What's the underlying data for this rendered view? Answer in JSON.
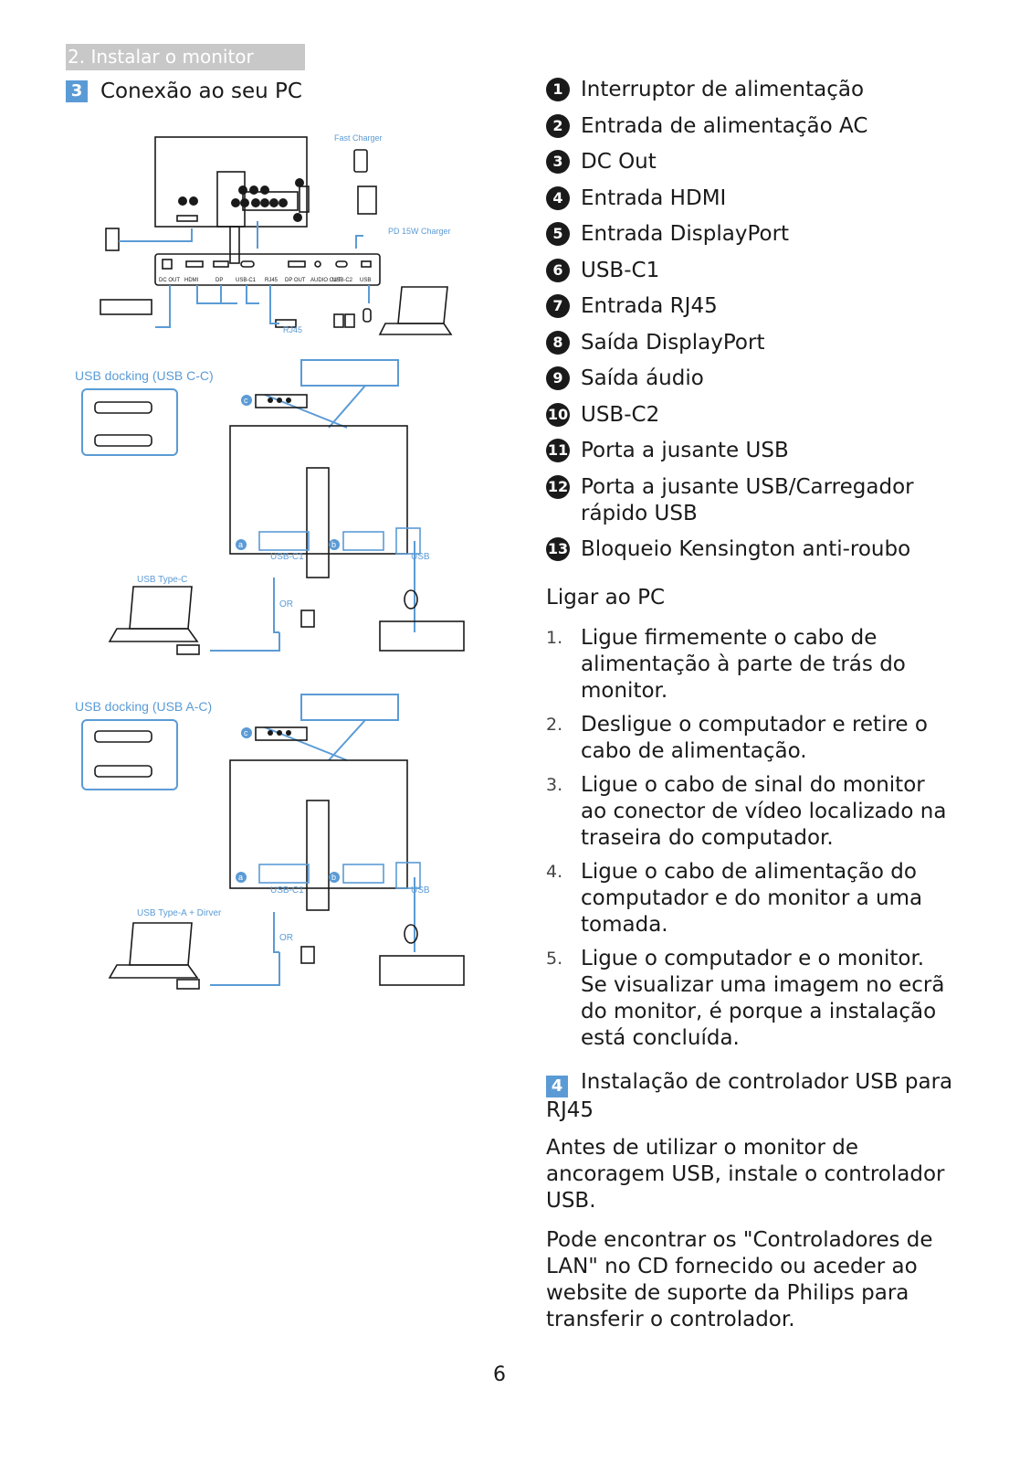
{
  "chapter_label": "2. Instalar o monitor",
  "section3": {
    "number": "3",
    "title": "Conexão ao seu PC"
  },
  "ports": [
    {
      "n": "1",
      "label": "Interruptor de alimentação"
    },
    {
      "n": "2",
      "label": "Entrada de alimentação AC"
    },
    {
      "n": "3",
      "label": "DC Out"
    },
    {
      "n": "4",
      "label": "Entrada HDMI"
    },
    {
      "n": "5",
      "label": "Entrada DisplayPort"
    },
    {
      "n": "6",
      "label": "USB-C1"
    },
    {
      "n": "7",
      "label": "Entrada RJ45"
    },
    {
      "n": "8",
      "label": "Saída DisplayPort"
    },
    {
      "n": "9",
      "label": "Saída áudio"
    },
    {
      "n": "10",
      "label": "USB-C2"
    },
    {
      "n": "11",
      "label": "Porta a jusante USB"
    },
    {
      "n": "12",
      "label": "Porta a jusante USB/Carregador rápido USB"
    },
    {
      "n": "13",
      "label": "Bloqueio Kensington anti-roubo"
    }
  ],
  "connect_title": "Ligar ao PC",
  "steps": [
    {
      "n": "1.",
      "text": "Ligue firmemente o cabo de alimentação à parte de trás do monitor."
    },
    {
      "n": "2.",
      "text": "Desligue o computador e retire o cabo de alimentação."
    },
    {
      "n": "3.",
      "text": "Ligue o cabo de sinal do monitor ao conector de vídeo localizado na traseira do computador."
    },
    {
      "n": "4.",
      "text": "Ligue o cabo de alimentação do computador e do monitor a uma tomada."
    },
    {
      "n": "5.",
      "text": "Ligue o computador e o monitor. Se visualizar uma imagem no ecrã do monitor, é porque a instalação está concluída."
    }
  ],
  "section4": {
    "number": "4",
    "title": "Instalação de controlador USB para RJ45"
  },
  "para1": "Antes de utilizar o monitor de ancoragem USB, instale o controlador USB.",
  "para2": "Pode encontrar os \"Controladores de LAN\" no CD fornecido ou aceder ao website de suporte da Philips para transferir o controlador.",
  "diagram": {
    "fast_charger": "Fast Charger",
    "pd_charger": "PD 15W Charger",
    "rj45": "RJ45",
    "usb_label": "USB",
    "port_labels": [
      "DC OUT",
      "HDMI",
      "DP",
      "USB-C1",
      "RJ45",
      "DP OUT",
      "AUDIO OUT",
      "USB-C2",
      "USB"
    ],
    "dock_c_title": "USB docking (USB C-C)",
    "dock_a_title": "USB docking (USB A-C)",
    "usb_type_c": "USB Type-C",
    "usb_type_a": "USB Type-A + Dirver",
    "usb_c1": "USB-C1",
    "or": "OR",
    "marker_a": "a",
    "marker_b": "b",
    "marker_c": "c"
  },
  "page_number": "6"
}
